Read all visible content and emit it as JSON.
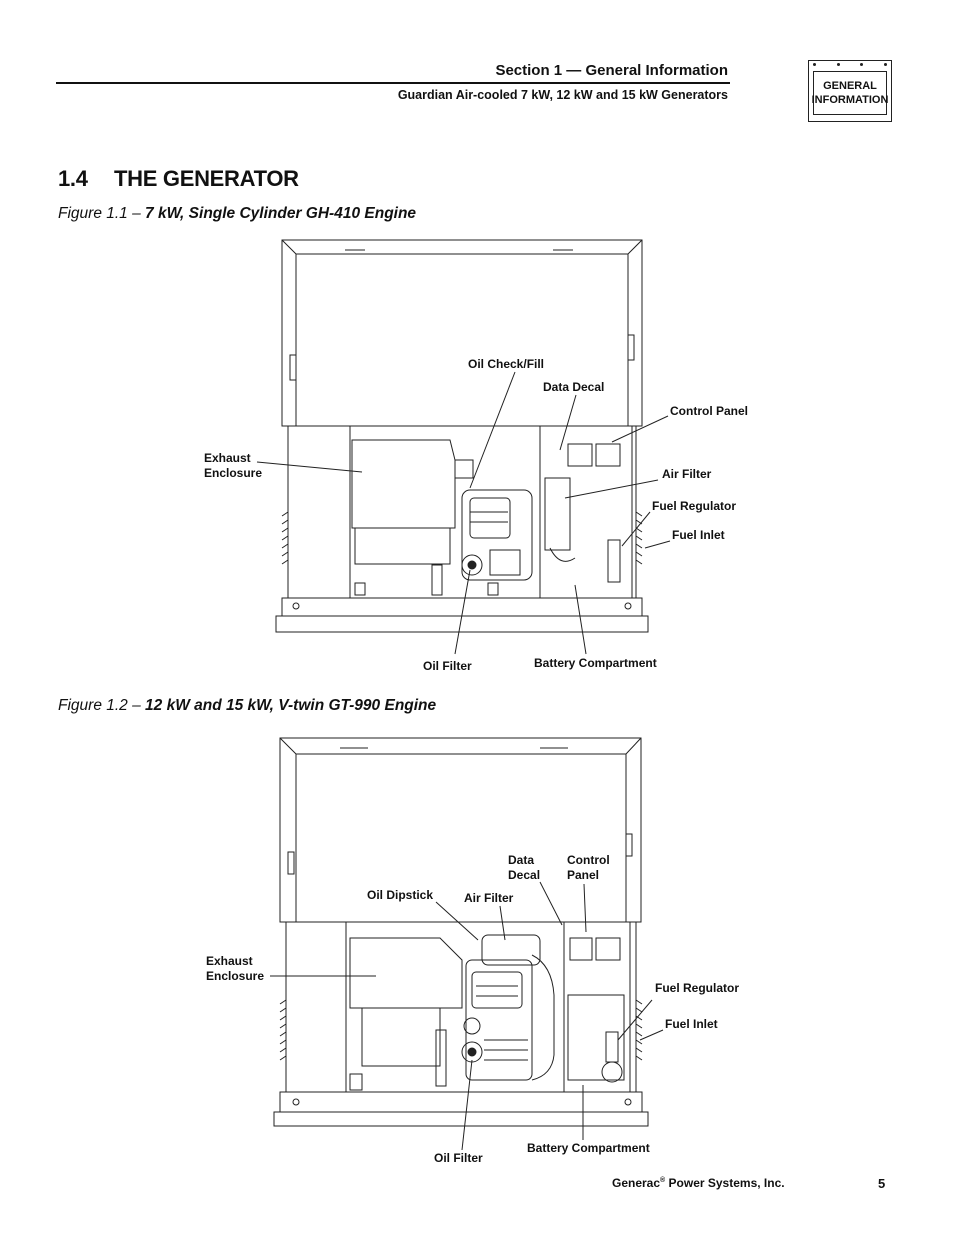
{
  "header": {
    "section": "Section 1 — General Information",
    "subtitle": "Guardian Air-cooled 7 kW, 12 kW and 15 kW Generators",
    "tab_line1": "GENERAL",
    "tab_line2": "INFORMATION"
  },
  "section": {
    "number": "1.4",
    "title": "THE GENERATOR"
  },
  "figure1": {
    "caption_prefix": "Figure 1.1 – ",
    "caption": "7 kW, Single Cylinder GH-410 Engine",
    "labels": {
      "oil_check": "Oil Check/Fill",
      "data_decal": "Data Decal",
      "control_panel": "Control Panel",
      "exhaust_1": "Exhaust",
      "exhaust_2": "Enclosure",
      "air_filter": "Air Filter",
      "fuel_regulator": "Fuel Regulator",
      "fuel_inlet": "Fuel Inlet",
      "oil_filter": "Oil Filter",
      "battery": "Battery Compartment"
    }
  },
  "figure2": {
    "caption_prefix": "Figure 1.2 – ",
    "caption": "12 kW and 15 kW, V-twin GT-990 Engine",
    "labels": {
      "data_1": "Data",
      "data_2": "Decal",
      "control_1": "Control",
      "control_2": "Panel",
      "oil_dipstick": "Oil Dipstick",
      "air_filter": "Air Filter",
      "exhaust_1": "Exhaust",
      "exhaust_2": "Enclosure",
      "fuel_regulator": "Fuel Regulator",
      "fuel_inlet": "Fuel Inlet",
      "oil_filter": "Oil Filter",
      "battery": "Battery Compartment"
    }
  },
  "footer": {
    "company": "Generac",
    "reg": "®",
    "company_rest": " Power Systems, Inc.",
    "page": "5"
  }
}
